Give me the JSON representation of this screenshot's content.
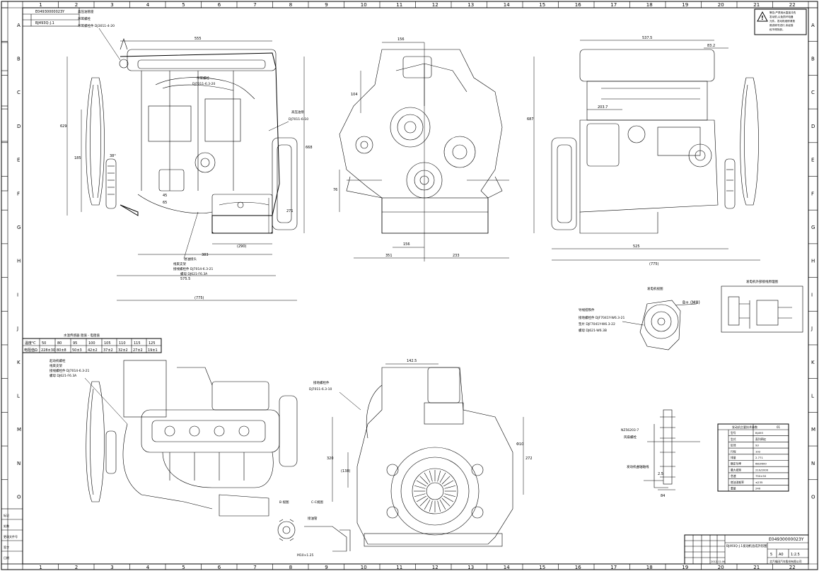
{
  "frame": {
    "columns": [
      "1",
      "2",
      "3",
      "4",
      "5",
      "6",
      "7",
      "8",
      "9",
      "10",
      "11",
      "12",
      "13",
      "14",
      "15",
      "16",
      "17",
      "18",
      "19",
      "20",
      "21",
      "22"
    ],
    "rows": [
      "A",
      "B",
      "C",
      "D",
      "E",
      "F",
      "G",
      "H",
      "I",
      "J",
      "K",
      "L",
      "M",
      "N",
      "O"
    ]
  },
  "title_block": {
    "drawing_no": "E04930000023Y",
    "title": "BJ493Q-J.1发动机总成外形图",
    "scale": "1:2.5",
    "sheet": "A0",
    "sheets_count": "1",
    "sheet_no": "5",
    "date": "2012-12-06",
    "company": "北汽福田汽车股份有限公司"
  },
  "top_left_stamp": {
    "code": "E04930000023Y",
    "name": "BJ493Q-J.1"
  },
  "views": {
    "left": {
      "callout_top": {
        "lines": [
          "高压油管座",
          "吊耳螺栓",
          "吊耳螺栓件 DJ3011-4-20"
        ]
      },
      "callout_mid": {
        "lines": [
          "吊耳螺栓",
          "DJ7011-6.3-20"
        ]
      },
      "callout_right": {
        "lines": [
          "高压油泵",
          "DJ7011-6-10"
        ]
      },
      "callout_bottom": {
        "lines": [
          "进油接头",
          "线束支架",
          "接线螺栓件 DJ7014-6.3-21",
          "螺母 DJ621-F6.3A"
        ]
      },
      "dims": {
        "top_width": "555",
        "height_a": "629",
        "height_b": "185",
        "angle": "38°",
        "height_right": "668",
        "d1": "45",
        "d2": "65",
        "d3": "271",
        "d4": "(290)",
        "d5": "383",
        "d6": "575.5",
        "overall": "(775)"
      }
    },
    "front": {
      "dims": {
        "top": "156",
        "left_h": "104",
        "side": "76",
        "bottom_small": "156",
        "bottom_left": "351",
        "bottom_right": "233"
      }
    },
    "right": {
      "dims": {
        "top": "537.5",
        "top_right": "83.2",
        "height": "687",
        "inner": "203.7",
        "bottom": "525",
        "overall": "(775)"
      }
    },
    "bottom_left": {
      "callout": {
        "lines": [
          "起动机螺栓",
          "线束支架",
          "接线螺栓件 DJ7014-6.3-21",
          "螺母 DJ621-F6.3A"
        ]
      }
    },
    "bottom_center": {
      "callout": {
        "lines": [
          "接地螺栓件",
          "DJ7011-6.3-10"
        ]
      },
      "dims": {
        "top": "142.5",
        "h1": "320",
        "h2": "(138)",
        "h3": "272",
        "small": "Φ10"
      }
    },
    "alternator": {
      "title": "发电机视图",
      "plug": "B+ (M8)",
      "callout": {
        "lines": [
          "导线搭铁件",
          "接地螺栓件 DJF7041Y-W6.3-21",
          "垫片 DJF7041Y-W6.3-22",
          "螺母 DJ621-W6.3B"
        ]
      }
    },
    "schematic": {
      "title": "发电机外部接线原理图"
    },
    "fan_side": {
      "label_top": "NZ56203-7",
      "label_mid": "风扇螺栓",
      "label_low": "发动机曲轴轴线",
      "dims": {
        "d1": "2.5",
        "d2": "84"
      }
    },
    "small_detail": {
      "title_a": "B 视图",
      "title_b": "C-C视图",
      "label": "接油管",
      "thread": "M10×1.25"
    }
  },
  "torque_table": {
    "caption": "水温传感器 阻值 - 电阻值",
    "headers": [
      "温度℃",
      "50",
      "80",
      "95",
      "100",
      "105",
      "110",
      "115",
      "125"
    ],
    "row_label": "电阻值Ω",
    "values": [
      "228±30",
      "80±8",
      "50±3",
      "42±2",
      "37±2",
      "32±2",
      "27±2",
      "19±1"
    ]
  },
  "param_table": {
    "title": "发动机主要技术参数",
    "code": "01",
    "rows": [
      {
        "k": "型号",
        "v": "BJ493"
      },
      {
        "k": "型式",
        "v": "直列四缸"
      },
      {
        "k": "缸径",
        "v": "93"
      },
      {
        "k": "行程",
        "v": "102"
      },
      {
        "k": "排量",
        "v": "2.771"
      },
      {
        "k": "额定功率",
        "v": "68/3600"
      },
      {
        "k": "最大扭矩",
        "v": "210/2000"
      },
      {
        "k": "怠速",
        "v": "750±50"
      },
      {
        "k": "燃油消耗率",
        "v": "≤235"
      },
      {
        "k": "重量",
        "v": "240"
      }
    ]
  },
  "warning_box": {
    "lines": [
      "警告:严禁用水直接冲洗",
      "发动机,以免损坏电器",
      "元件。发动机维修请按",
      "照说明书进行,未经授",
      "权不得拆卸。"
    ]
  },
  "left_strip_labels": [
    "标记",
    "处数",
    "更改文件号",
    "签字",
    "日期"
  ]
}
